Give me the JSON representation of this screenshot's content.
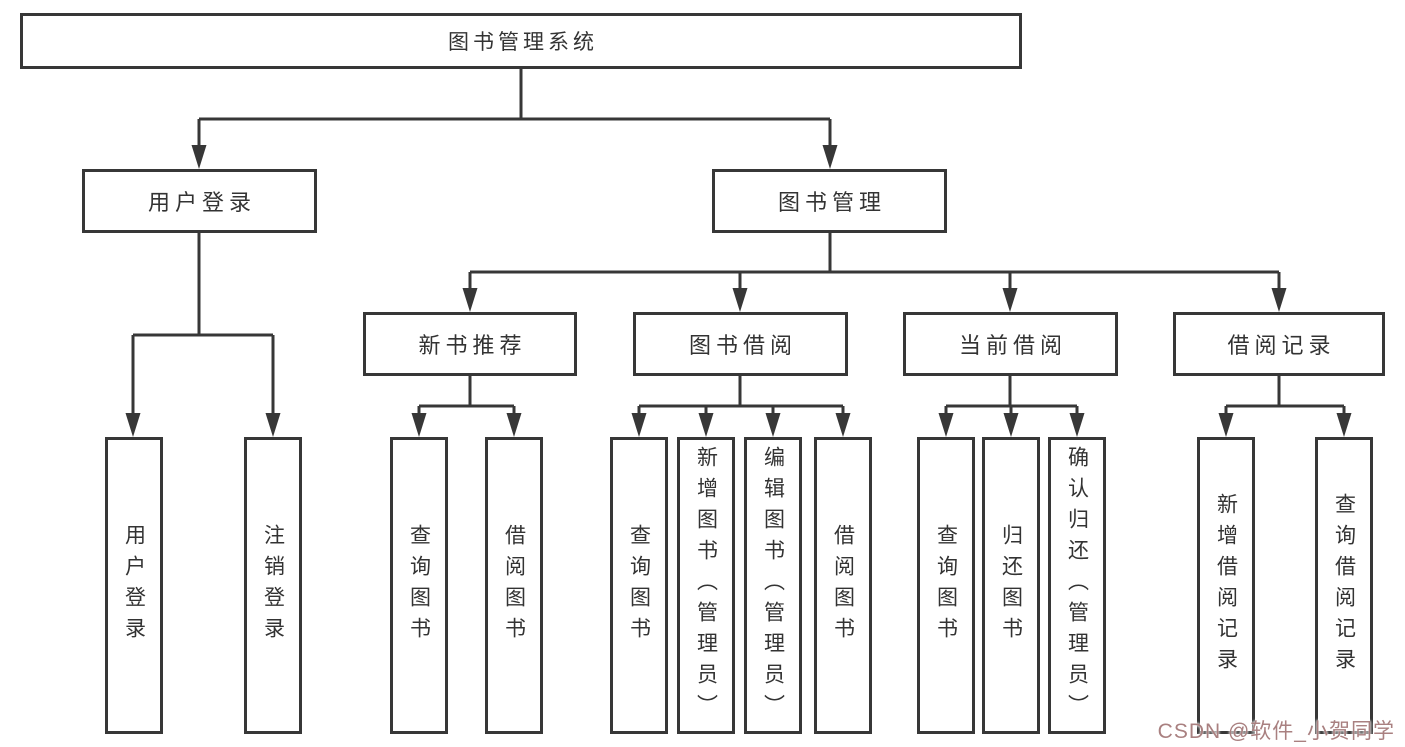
{
  "tree": {
    "root": {
      "label": "图书管理系统"
    },
    "branches": [
      {
        "label": "用户登录",
        "children": [
          {
            "label": "用户登录"
          },
          {
            "label": "注销登录"
          }
        ]
      },
      {
        "label": "图书管理",
        "groups": [
          {
            "label": "新书推荐",
            "children": [
              {
                "label": "查询图书"
              },
              {
                "label": "借阅图书"
              }
            ]
          },
          {
            "label": "图书借阅",
            "children": [
              {
                "label": "查询图书"
              },
              {
                "label": "新增图书（管理员）"
              },
              {
                "label": "编辑图书（管理员）"
              },
              {
                "label": "借阅图书"
              }
            ]
          },
          {
            "label": "当前借阅",
            "children": [
              {
                "label": "查询图书"
              },
              {
                "label": "归还图书"
              },
              {
                "label": "确认归还（管理员）"
              }
            ]
          },
          {
            "label": "借阅记录",
            "children": [
              {
                "label": "新增借阅记录"
              },
              {
                "label": "查询借阅记录"
              }
            ]
          }
        ]
      }
    ]
  },
  "watermark": {
    "text": "CSDN @软件_小贺同学",
    "color": "#a98080"
  },
  "colors": {
    "line": "#373737",
    "text": "#333333",
    "background": "#ffffff"
  }
}
